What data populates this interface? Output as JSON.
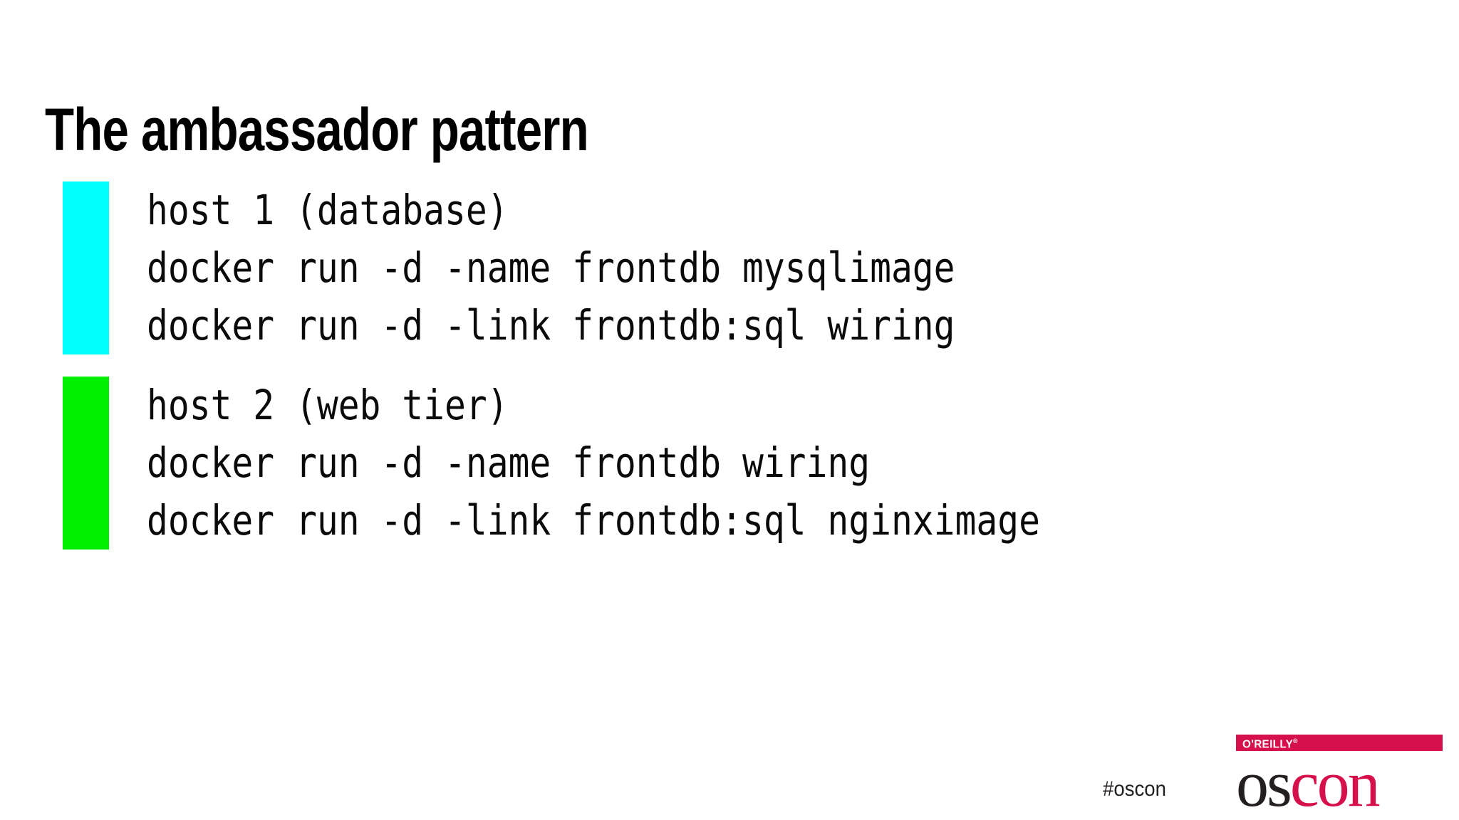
{
  "slide": {
    "title": "The ambassador pattern",
    "background_color": "#ffffff",
    "blocks": [
      {
        "swatch_name": "cyan-swatch",
        "swatch_color": "#00ffff",
        "lines": [
          "host 1 (database)",
          "docker run -d -name frontdb mysqlimage",
          "docker run -d -link frontdb:sql wiring"
        ]
      },
      {
        "swatch_name": "green-swatch",
        "swatch_color": "#00ee00",
        "lines": [
          "host 2 (web tier)",
          "docker run -d -name frontdb wiring",
          "docker run -d -link frontdb:sql nginximage"
        ]
      }
    ]
  },
  "footer": {
    "hashtag": "#oscon",
    "logo": {
      "publisher": "O'REILLY",
      "registered_mark": "®",
      "wordmark_part_1": "os",
      "wordmark_part_2": "con",
      "bar_color": "#d6104a",
      "wordmark_dark_color": "#231f20",
      "wordmark_accent_color": "#d6104a"
    }
  }
}
